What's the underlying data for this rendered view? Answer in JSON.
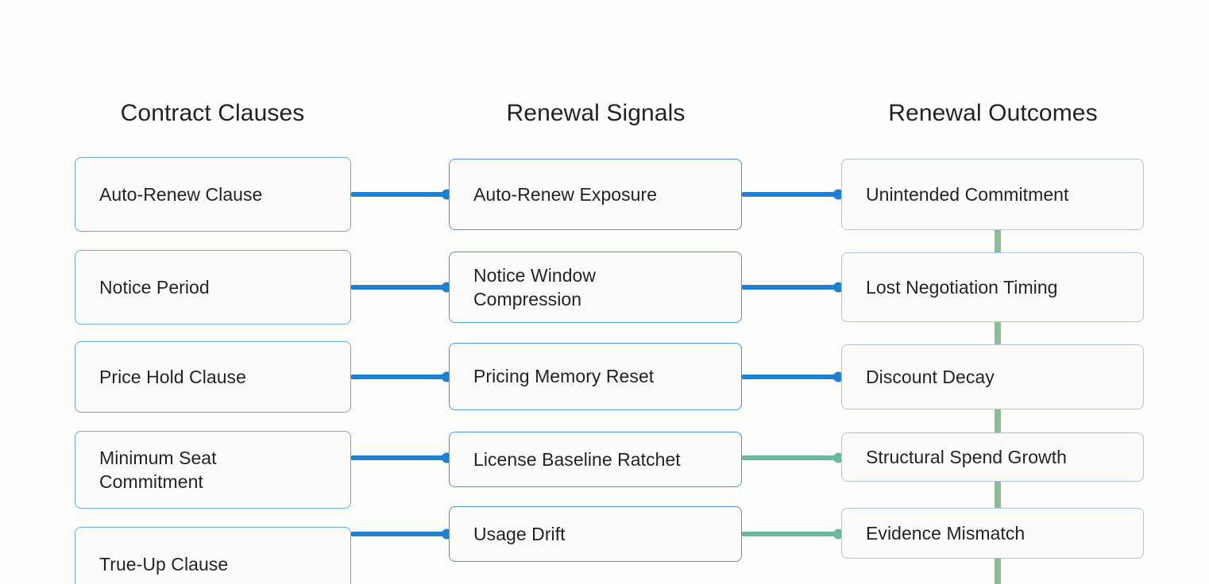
{
  "diagram": {
    "title_visible": false,
    "background_color": "#fdfdfb",
    "columns": [
      {
        "id": "clauses",
        "heading": "Contract Clauses",
        "border_color": "#6aa9e0"
      },
      {
        "id": "signals",
        "heading": "Renewal Signals",
        "border_color": "#4f93d6"
      },
      {
        "id": "outcomes",
        "heading": "Renewal Outcomes",
        "border_color": "#aec6da"
      }
    ],
    "nodes": {
      "clauses": [
        {
          "label": "Auto-Renew Clause"
        },
        {
          "label": "Notice Period"
        },
        {
          "label": "Price Hold Clause"
        },
        {
          "label": "Minimum Seat\nCommitment"
        },
        {
          "label": "True-Up Clause"
        }
      ],
      "signals": [
        {
          "label": "Auto-Renew Exposure"
        },
        {
          "label": "Notice Window\nCompression"
        },
        {
          "label": "Pricing Memory Reset"
        },
        {
          "label": "License Baseline Ratchet"
        },
        {
          "label": "Usage Drift"
        }
      ],
      "outcomes": [
        {
          "label": "Unintended Commitment"
        },
        {
          "label": "Lost Negotiation Timing"
        },
        {
          "label": "Discount Decay"
        },
        {
          "label": "Structural Spend Growth"
        },
        {
          "label": "Evidence Mismatch"
        }
      ]
    },
    "edges": [
      {
        "from": "Auto-Renew Clause",
        "to": "Auto-Renew Exposure",
        "color": "#1f7fd0"
      },
      {
        "from": "Notice Period",
        "to": "Notice Window Compression",
        "color": "#1f7fd0"
      },
      {
        "from": "Price Hold Clause",
        "to": "Pricing Memory Reset",
        "color": "#1f7fd0"
      },
      {
        "from": "Minimum Seat Commitment",
        "to": "License Baseline Ratchet",
        "color": "#1f7fd0"
      },
      {
        "from": "True-Up Clause",
        "to": "Usage Drift",
        "color": "#1f7fd0"
      },
      {
        "from": "Auto-Renew Exposure",
        "to": "Unintended Commitment",
        "color": "#1f7fd0"
      },
      {
        "from": "Notice Window Compression",
        "to": "Lost Negotiation Timing",
        "color": "#1f7fd0"
      },
      {
        "from": "Pricing Memory Reset",
        "to": "Discount Decay",
        "color": "#1f7fd0"
      },
      {
        "from": "License Baseline Ratchet",
        "to": "Structural Spend Growth",
        "color": "#6db89d"
      },
      {
        "from": "Usage Drift",
        "to": "Evidence Mismatch",
        "color": "#6db89d"
      }
    ],
    "spine": {
      "color": "#8fbc9a",
      "connects_column": "outcomes"
    }
  }
}
